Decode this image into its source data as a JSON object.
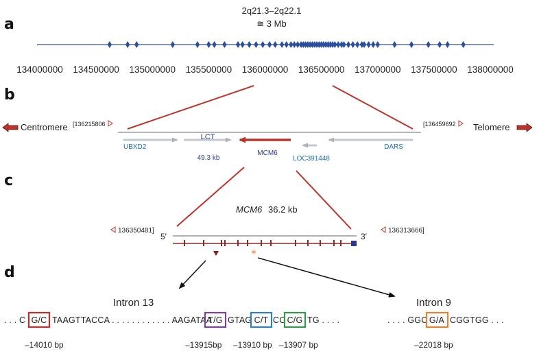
{
  "panel_a": {
    "label": "a",
    "region_title": "2q21.3–2q22.1",
    "region_size": "≅ 3 Mb",
    "axis_range": [
      134000000,
      138000000
    ],
    "tick_labels": [
      "134000000",
      "134500000",
      "135000000",
      "135500000",
      "136000000",
      "136500000",
      "137000000",
      "137500000",
      "138000000"
    ],
    "snp_positions": [
      134620000,
      134780000,
      134860000,
      135180000,
      135400000,
      135500000,
      135550000,
      135640000,
      135760000,
      135800000,
      135860000,
      135920000,
      135980000,
      136040000,
      136090000,
      136150000,
      136190000,
      136230000,
      136260000,
      136290000,
      136320000,
      136340000,
      136360000,
      136380000,
      136400000,
      136420000,
      136440000,
      136460000,
      136480000,
      136500000,
      136520000,
      136540000,
      136560000,
      136580000,
      136600000,
      136620000,
      136650000,
      136680000,
      136700000,
      136740000,
      136780000,
      136820000,
      136860000,
      136880000,
      136920000,
      136960000,
      137000000,
      137150000,
      137300000,
      137450000,
      137550000,
      137620000,
      137760000
    ],
    "marker_color": "#2b4f9e"
  },
  "panel_b": {
    "label": "b",
    "left_direction": "Centromere",
    "right_direction": "Telomere",
    "left_coord": "[136215806",
    "right_coord": "[136459692",
    "genes": {
      "ubxd2": "UBXD2",
      "lct": "LCT",
      "lct_size": "49.3 kb",
      "mcm6": "MCM6",
      "loc": "LOC391448",
      "dars": "DARS"
    }
  },
  "panel_c": {
    "label": "c",
    "gene_name": "MCM6",
    "gene_size": "36.2 kb",
    "left_coord": "136350481]",
    "right_coord": "136313666]",
    "five_prime": "5′",
    "three_prime": "3′"
  },
  "panel_d": {
    "label": "d",
    "intron13_title": "Intron 13",
    "intron9_title": "Intron 9",
    "seq1_prefix": ". . . C",
    "snp1": "G/C",
    "seq1_mid": "TAAGTTACCA . . . . . . . . . . . . AAGATAA",
    "snp2": "T/G",
    "seq1_mid2": "GTAG",
    "snp3": "C/T",
    "seq1_mid3": "CC",
    "snp4": "C/G",
    "seq1_suffix": "TG . . . .",
    "seq2_prefix": ". . . . GGC",
    "snp5": "G/A",
    "seq2_suffix": "CGGTGG . . .",
    "pos1": "–14010 bp",
    "pos2": "–13915bp",
    "pos3": "–13910 bp",
    "pos4": "–13907 bp",
    "pos5": "–22018 bp",
    "colors": {
      "snp1": "#c0302b",
      "snp2": "#7b3fa0",
      "snp3": "#2f7fc1",
      "snp4": "#2f9a4a",
      "snp5": "#e8822e"
    }
  }
}
